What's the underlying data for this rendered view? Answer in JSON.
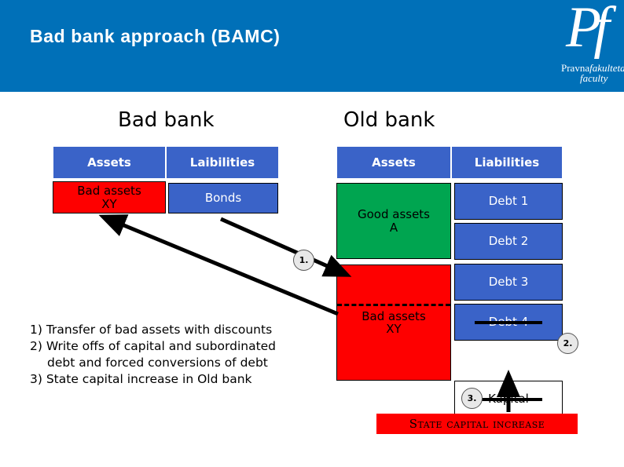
{
  "header": {
    "title": "Bad bank approach (BAMC)",
    "bar_color": "#0070b8",
    "logo": {
      "mark": "Pf",
      "line1_a": "Pravna",
      "line1_b": "fakulteta",
      "line2": "faculty"
    }
  },
  "bad_bank": {
    "title": "Bad bank",
    "columns": {
      "assets": "Assets",
      "liabilities": "Laibilities"
    },
    "assets_rows": [
      {
        "label": "Bad assets XY",
        "line1": "Bad assets",
        "line2": "XY",
        "color": "#fe0000"
      }
    ],
    "liabilities_rows": [
      {
        "label": "Bonds",
        "color": "#3a63c8"
      }
    ]
  },
  "old_bank": {
    "title": "Old  bank",
    "columns": {
      "assets": "Assets",
      "liabilities": "Liabilities"
    },
    "assets_rows": [
      {
        "label": "Good assets A",
        "line1": "Good assets",
        "line2": "A",
        "color": "#00a550"
      },
      {
        "label": "Bad assets XY",
        "line1": "Bad assets",
        "line2": "XY",
        "color": "#fe0000"
      }
    ],
    "liabilities_rows": [
      {
        "label": "Debt 1",
        "color": "#3a63c8",
        "struck": false
      },
      {
        "label": "Debt 2",
        "color": "#3a63c8",
        "struck": false
      },
      {
        "label": "Debt 3",
        "color": "#3a63c8",
        "struck": false
      },
      {
        "label": "Debt 4",
        "color": "#3a63c8",
        "struck": true
      },
      {
        "label": "Kapital",
        "color": "#ffffff",
        "struck": true
      }
    ]
  },
  "markers": {
    "one": "1.",
    "two": "2.",
    "three": "3."
  },
  "legend": {
    "item1": "1) Transfer of bad assets with discounts",
    "item2": "2) Write offs of capital and subordinated",
    "item2_cont": "debt and forced conversions of debt",
    "item3": "3) State capital increase in Old bank"
  },
  "banner": {
    "text": "State capital increase",
    "color": "#fe0000"
  },
  "colors": {
    "header_blue": "#0070b8",
    "box_blue": "#3a63c8",
    "red": "#fe0000",
    "green": "#00a550",
    "white": "#ffffff",
    "black": "#000000"
  }
}
